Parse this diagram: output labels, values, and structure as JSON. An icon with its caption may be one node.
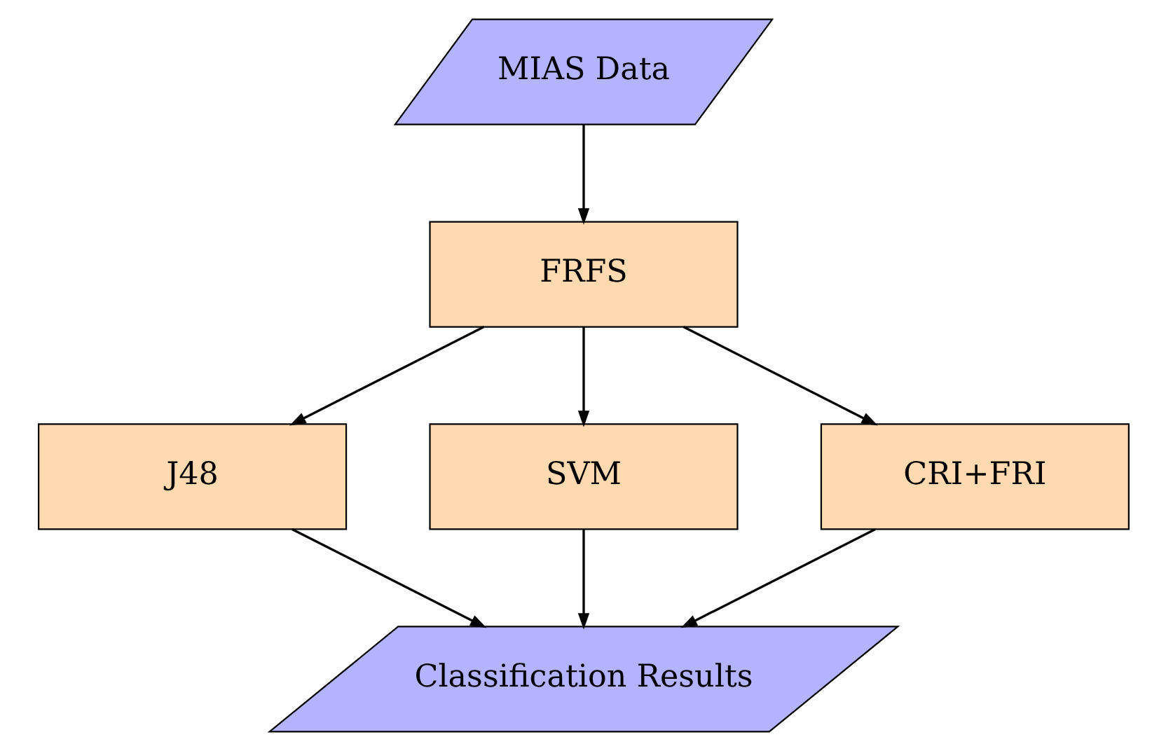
{
  "diagram": {
    "nodes": [
      {
        "text": [
          "MIAS Data"
        ]
      },
      {
        "text": [
          "FRFS"
        ]
      },
      {
        "text": [
          "J48"
        ]
      },
      {
        "text": [
          "SVM"
        ]
      },
      {
        "text": [
          "CRI+FRI"
        ]
      },
      {
        "text": [
          "Classification Results"
        ]
      }
    ],
    "edges": [
      {
        "from": 0,
        "to": 1,
        "arrow": "to"
      },
      {
        "from": 1,
        "to": 2,
        "arrow": "to"
      },
      {
        "from": 1,
        "to": 3,
        "arrow": "to"
      },
      {
        "from": 1,
        "to": 4,
        "arrow": "to"
      },
      {
        "from": 2,
        "to": 5,
        "arrow": "to"
      },
      {
        "from": 3,
        "to": 5,
        "arrow": "to"
      },
      {
        "from": 4,
        "to": 5,
        "arrow": "to"
      }
    ]
  }
}
